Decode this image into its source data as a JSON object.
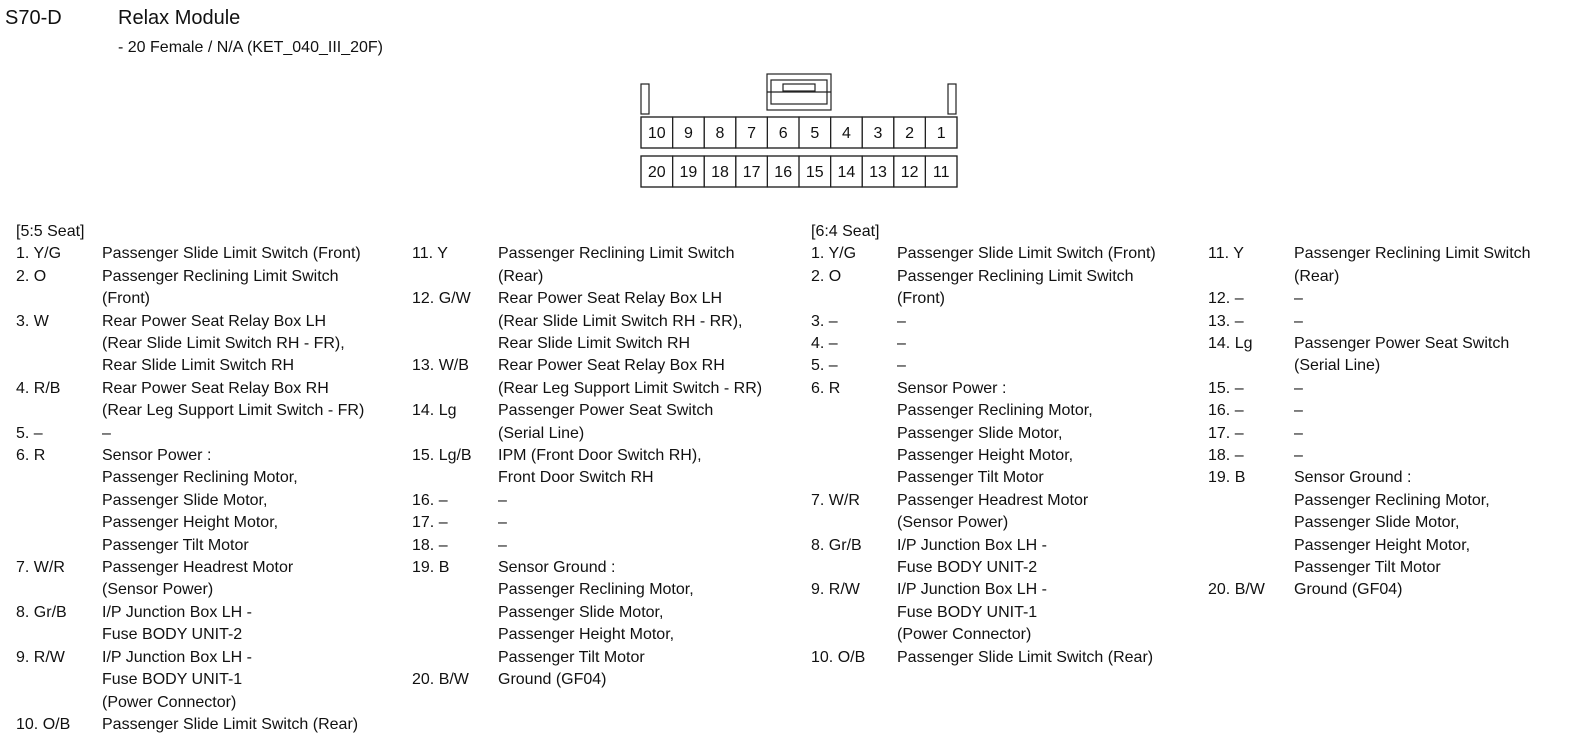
{
  "header": {
    "code": "S70-D",
    "title": "Relax Module",
    "subtitle": "- 20 Female / N/A (KET_040_III_20F)"
  },
  "connector": {
    "top_row": [
      "10",
      "9",
      "8",
      "7",
      "6",
      "5",
      "4",
      "3",
      "2",
      "1"
    ],
    "bottom_row": [
      "20",
      "19",
      "18",
      "17",
      "16",
      "15",
      "14",
      "13",
      "12",
      "11"
    ]
  },
  "sections": [
    {
      "title": "[5:5 Seat]",
      "columns": [
        [
          {
            "id": "1. Y/G",
            "lines": [
              "Passenger Slide Limit Switch (Front)"
            ]
          },
          {
            "id": "2. O",
            "lines": [
              "Passenger Reclining Limit Switch",
              "(Front)"
            ]
          },
          {
            "id": "3. W",
            "lines": [
              "Rear Power Seat Relay Box LH",
              "(Rear Slide Limit Switch RH - FR),",
              "Rear Slide Limit Switch RH"
            ]
          },
          {
            "id": "4. R/B",
            "lines": [
              "Rear Power Seat Relay Box RH",
              "(Rear Leg Support Limit Switch - FR)"
            ]
          },
          {
            "id": "5. –",
            "lines": [
              "–"
            ]
          },
          {
            "id": "6. R",
            "lines": [
              "Sensor Power :",
              "Passenger Reclining Motor,",
              "Passenger Slide Motor,",
              "Passenger Height Motor,",
              "Passenger Tilt Motor"
            ]
          },
          {
            "id": "7. W/R",
            "lines": [
              "Passenger Headrest Motor",
              "(Sensor Power)"
            ]
          },
          {
            "id": "8. Gr/B",
            "lines": [
              "I/P Junction Box LH -",
              "Fuse BODY UNIT-2"
            ]
          },
          {
            "id": "9. R/W",
            "lines": [
              "I/P Junction Box LH -",
              "Fuse BODY UNIT-1",
              "(Power Connector)"
            ]
          },
          {
            "id": "10. O/B",
            "lines": [
              "Passenger Slide Limit Switch (Rear)"
            ]
          }
        ],
        [
          {
            "id": "11. Y",
            "lines": [
              "Passenger Reclining Limit Switch",
              "(Rear)"
            ]
          },
          {
            "id": "12. G/W",
            "lines": [
              "Rear Power Seat Relay Box LH",
              "(Rear Slide Limit Switch RH - RR),",
              "Rear Slide Limit Switch RH"
            ]
          },
          {
            "id": "13. W/B",
            "lines": [
              "Rear Power Seat Relay Box RH",
              "(Rear Leg Support Limit Switch - RR)"
            ]
          },
          {
            "id": "14. Lg",
            "lines": [
              "Passenger Power Seat Switch",
              "(Serial Line)"
            ]
          },
          {
            "id": "15. Lg/B",
            "lines": [
              "IPM (Front Door Switch RH),",
              "Front Door Switch RH"
            ]
          },
          {
            "id": "16. –",
            "lines": [
              "–"
            ]
          },
          {
            "id": "17. –",
            "lines": [
              "–"
            ]
          },
          {
            "id": "18. –",
            "lines": [
              "–"
            ]
          },
          {
            "id": "19. B",
            "lines": [
              "Sensor Ground :",
              "Passenger Reclining Motor,",
              "Passenger Slide Motor,",
              "Passenger Height Motor,",
              "Passenger Tilt Motor"
            ]
          },
          {
            "id": "20. B/W",
            "lines": [
              "Ground (GF04)"
            ]
          }
        ]
      ]
    },
    {
      "title": "[6:4 Seat]",
      "columns": [
        [
          {
            "id": "1. Y/G",
            "lines": [
              "Passenger Slide Limit Switch (Front)"
            ]
          },
          {
            "id": "2. O",
            "lines": [
              "Passenger Reclining Limit Switch",
              "(Front)"
            ]
          },
          {
            "id": "3. –",
            "lines": [
              "–"
            ]
          },
          {
            "id": "4. –",
            "lines": [
              "–"
            ]
          },
          {
            "id": "5. –",
            "lines": [
              "–"
            ]
          },
          {
            "id": "6. R",
            "lines": [
              "Sensor Power :",
              "Passenger Reclining Motor,",
              "Passenger Slide Motor,",
              "Passenger Height Motor,",
              "Passenger Tilt Motor"
            ]
          },
          {
            "id": "7. W/R",
            "lines": [
              "Passenger Headrest Motor",
              "(Sensor Power)"
            ]
          },
          {
            "id": "8. Gr/B",
            "lines": [
              "I/P Junction Box LH -",
              "Fuse BODY UNIT-2"
            ]
          },
          {
            "id": "9. R/W",
            "lines": [
              "I/P Junction Box LH -",
              "Fuse BODY UNIT-1",
              "(Power Connector)"
            ]
          },
          {
            "id": "10. O/B",
            "lines": [
              "Passenger Slide Limit Switch (Rear)"
            ]
          }
        ],
        [
          {
            "id": "11. Y",
            "lines": [
              "Passenger Reclining Limit Switch",
              "(Rear)"
            ]
          },
          {
            "id": "12. –",
            "lines": [
              "–"
            ]
          },
          {
            "id": "13. –",
            "lines": [
              "–"
            ]
          },
          {
            "id": "14. Lg",
            "lines": [
              "Passenger Power Seat Switch",
              "(Serial Line)"
            ]
          },
          {
            "id": "15. –",
            "lines": [
              "–"
            ]
          },
          {
            "id": "16. –",
            "lines": [
              "–"
            ]
          },
          {
            "id": "17. –",
            "lines": [
              "–"
            ]
          },
          {
            "id": "18. –",
            "lines": [
              "–"
            ]
          },
          {
            "id": "19. B",
            "lines": [
              "Sensor Ground :",
              "Passenger Reclining Motor,",
              "Passenger Slide Motor,",
              "Passenger Height Motor,",
              "Passenger Tilt Motor"
            ]
          },
          {
            "id": "20. B/W",
            "lines": [
              "Ground (GF04)"
            ]
          }
        ]
      ]
    }
  ]
}
